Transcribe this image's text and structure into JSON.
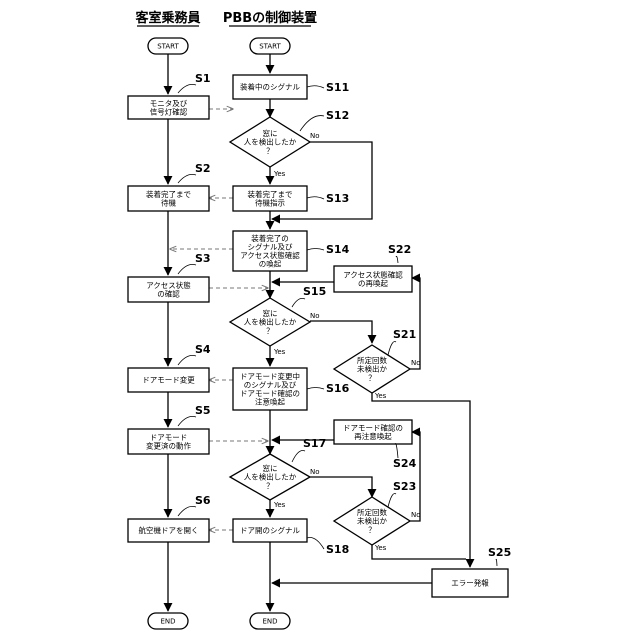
{
  "headers": {
    "left": "客室乗務員",
    "right": "PBBの制御装置"
  },
  "terminals": {
    "start": "START",
    "end": "END"
  },
  "branch_labels": {
    "yes": "Yes",
    "no": "No"
  },
  "left_steps": [
    {
      "id": "S1",
      "lines": [
        "モニタ及び",
        "信号灯確認"
      ]
    },
    {
      "id": "S2",
      "lines": [
        "装着完了まで",
        "待機"
      ]
    },
    {
      "id": "S3",
      "lines": [
        "アクセス状態",
        "の確認"
      ]
    },
    {
      "id": "S4",
      "lines": [
        "ドアモード変更"
      ]
    },
    {
      "id": "S5",
      "lines": [
        "ドアモード",
        "変更済の動作"
      ]
    },
    {
      "id": "S6",
      "lines": [
        "航空機ドアを開く"
      ]
    }
  ],
  "right_steps": [
    {
      "id": "S11",
      "lines": [
        "装着中のシグナル"
      ]
    },
    {
      "id": "S12",
      "lines": [
        "窓に",
        "人を検出したか",
        "？"
      ]
    },
    {
      "id": "S13",
      "lines": [
        "装着完了まで",
        "待機指示"
      ]
    },
    {
      "id": "S14",
      "lines": [
        "装着完了の",
        "シグナル及び",
        "アクセス状態確認",
        "の喚起"
      ]
    },
    {
      "id": "S15",
      "lines": [
        "窓に",
        "人を検出したか",
        "？"
      ]
    },
    {
      "id": "S16",
      "lines": [
        "ドアモード変更中",
        "のシグナル及び",
        "ドアモード確認の",
        "注意喚起"
      ]
    },
    {
      "id": "S17",
      "lines": [
        "窓に",
        "人を検出したか",
        "？"
      ]
    },
    {
      "id": "S18",
      "lines": [
        "ドア開のシグナル"
      ]
    }
  ],
  "side_steps": [
    {
      "id": "S21",
      "lines": [
        "所定回数",
        "未検出か",
        "？"
      ]
    },
    {
      "id": "S22",
      "lines": [
        "アクセス状態確認",
        "の再喚起"
      ]
    },
    {
      "id": "S23",
      "lines": [
        "所定回数",
        "未検出か",
        "？"
      ]
    },
    {
      "id": "S24",
      "lines": [
        "ドアモード確認の",
        "再注意喚起"
      ]
    },
    {
      "id": "S25",
      "lines": [
        "エラー発報"
      ]
    }
  ]
}
